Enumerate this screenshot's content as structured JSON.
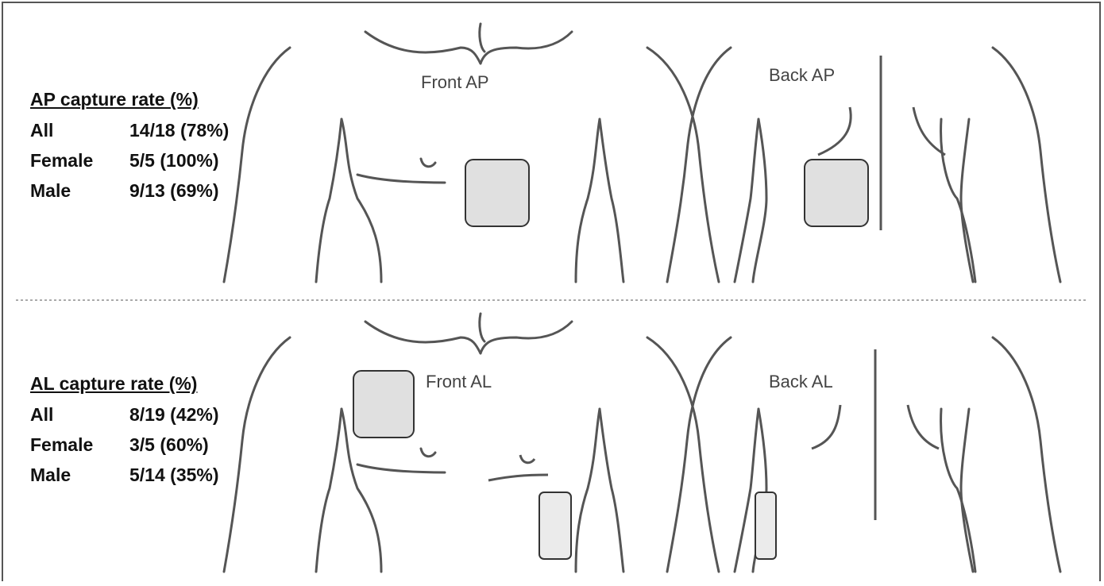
{
  "panels": [
    {
      "front_label": "Front AP",
      "back_label": "Back AP",
      "table": {
        "title": "AP capture rate (%)",
        "rows": [
          {
            "group": "All",
            "value": "14/18 (78%)"
          },
          {
            "group": "Female",
            "value": "5/5 (100%)"
          },
          {
            "group": "Male",
            "value": "9/13 (69%)"
          }
        ]
      }
    },
    {
      "front_label": "Front AL",
      "back_label": "Back AL",
      "table": {
        "title": "AL capture rate (%)",
        "rows": [
          {
            "group": "All",
            "value": "8/19 (42%)"
          },
          {
            "group": "Female",
            "value": "3/5 (60%)"
          },
          {
            "group": "Male",
            "value": "5/14 (35%)"
          }
        ]
      }
    }
  ],
  "colors": {
    "outline": "#555555",
    "pad_fill": "#e0e0e0",
    "pad_fill_light": "#ebebeb",
    "divider": "#aaaaaa"
  }
}
